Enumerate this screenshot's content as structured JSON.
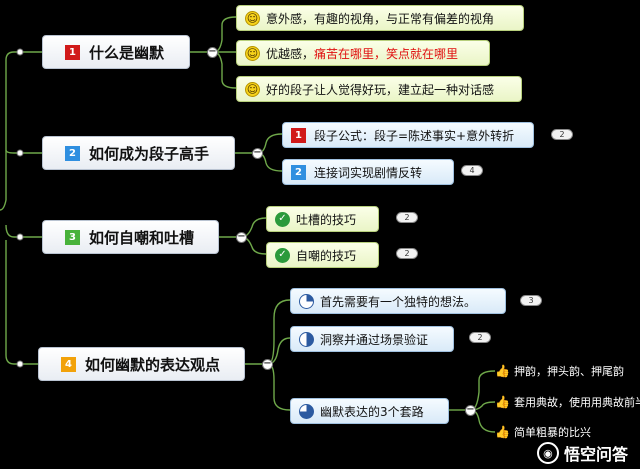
{
  "topics": [
    {
      "num": "1",
      "label": "什么是幽默",
      "children": [
        {
          "segments": [
            "意外感，有趣的视角，与正常有偏差的视角"
          ],
          "icon": "smiley-icon"
        },
        {
          "segments": [
            "优越感，",
            "痛苦在哪里，笑点就在哪里"
          ],
          "icon": "smiley-icon",
          "highlight": "#e01010"
        },
        {
          "segments": [
            "好的段子让人觉得好玩，建立起一种对话感"
          ],
          "icon": "smiley-icon"
        }
      ]
    },
    {
      "num": "2",
      "label": "如何成为段子高手",
      "children": [
        {
          "num": "1",
          "label": "段子公式：段子=陈述事实+意外转折",
          "badge": "2"
        },
        {
          "num": "2",
          "label": "连接词实现剧情反转",
          "badge": "4"
        }
      ]
    },
    {
      "num": "3",
      "label": "如何自嘲和吐槽",
      "children": [
        {
          "label": "吐槽的技巧",
          "badge": "2",
          "icon": "check-icon"
        },
        {
          "label": "自嘲的技巧",
          "badge": "2",
          "icon": "check-icon"
        }
      ]
    },
    {
      "num": "4",
      "label": "如何幽默的表达观点",
      "children": [
        {
          "label": "首先需要有一个独特的想法。",
          "badge": "3",
          "icon": "pie-quarter-icon"
        },
        {
          "label": "洞察并通过场景验证",
          "badge": "2",
          "icon": "pie-half-icon"
        },
        {
          "label": "幽默表达的3个套路",
          "icon": "pie-three-quarter-icon",
          "children": [
            {
              "label": "押韵，押头韵、押尾韵",
              "icon": "thumbs-up-icon"
            },
            {
              "label": "套用典故，使用用典故前半",
              "icon": "thumbs-up-icon"
            },
            {
              "label": "简单粗暴的比兴",
              "icon": "thumbs-up-icon"
            }
          ]
        }
      ]
    }
  ],
  "watermark": {
    "text": "悟空问答",
    "icon": "wukong-logo-icon"
  },
  "colors": {
    "background": "#000000",
    "red": "#d11a1a",
    "blue": "#2f8fe0",
    "green": "#48b23a",
    "orange": "#f2a20a",
    "line": "#6fa84a"
  }
}
